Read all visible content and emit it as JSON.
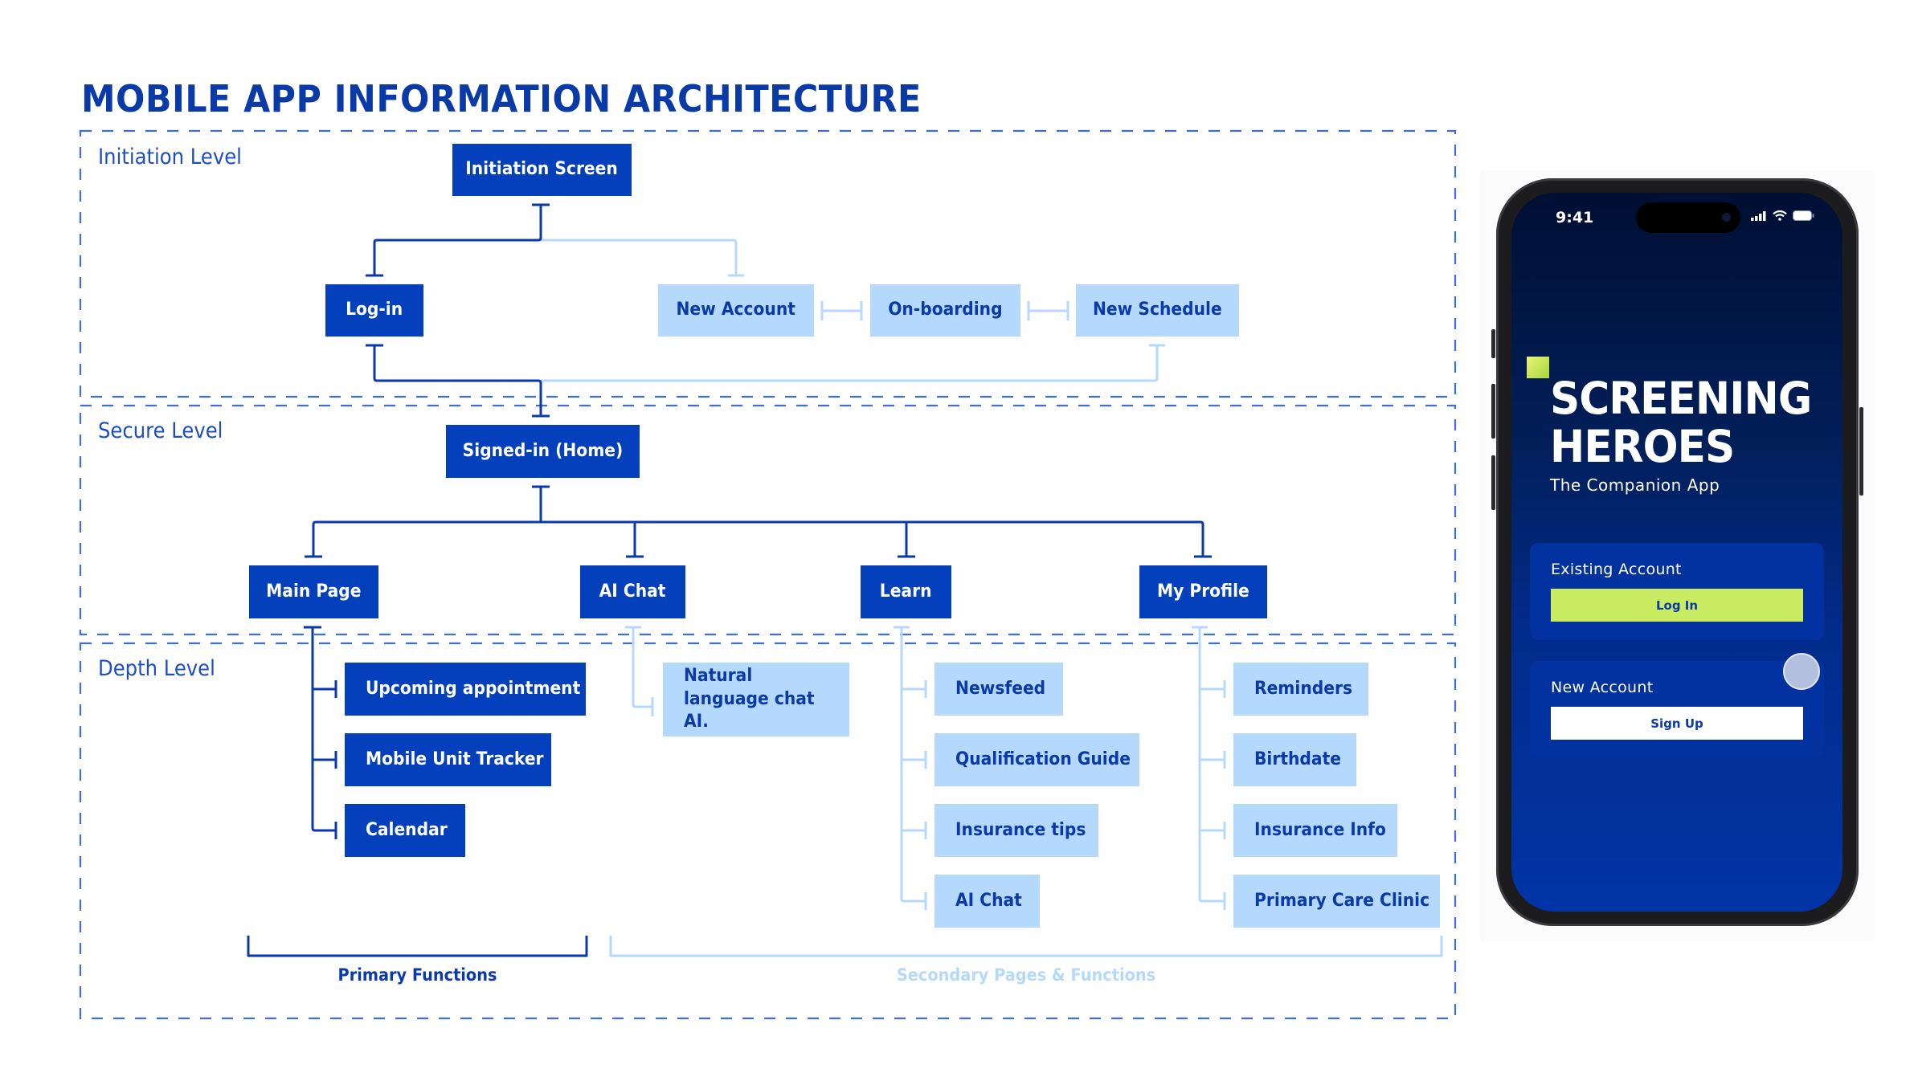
{
  "title": "MOBILE APP INFORMATION ARCHITECTURE",
  "colors": {
    "primary": "#0440bb",
    "secondary": "#b5d9fc",
    "border_dash": "#3f6fd0",
    "wire_primary": "#0a3aa8",
    "wire_secondary": "#b5d9fc",
    "login_button": "#c9ec62"
  },
  "levels": [
    {
      "name": "initiation",
      "label": "Initiation Level"
    },
    {
      "name": "secure",
      "label": "Secure Level"
    },
    {
      "name": "depth",
      "label": "Depth Level"
    }
  ],
  "nodes": {
    "initiation_screen": {
      "label": "Initiation Screen",
      "type": "primary"
    },
    "log_in": {
      "label": "Log-in",
      "type": "primary"
    },
    "new_account": {
      "label": "New Account",
      "type": "secondary"
    },
    "on_boarding": {
      "label": "On-boarding",
      "type": "secondary"
    },
    "new_schedule": {
      "label": "New Schedule",
      "type": "secondary"
    },
    "signed_in_home": {
      "label": "Signed-in (Home)",
      "type": "primary"
    },
    "main_page": {
      "label": "Main Page",
      "type": "primary"
    },
    "ai_chat": {
      "label": "AI Chat",
      "type": "primary"
    },
    "learn": {
      "label": "Learn",
      "type": "primary"
    },
    "my_profile": {
      "label": "My Profile",
      "type": "primary"
    },
    "upcoming_appointment": {
      "label": "Upcoming appointment",
      "type": "primary"
    },
    "mobile_unit_tracker": {
      "label": "Mobile Unit Tracker",
      "type": "primary"
    },
    "calendar": {
      "label": "Calendar",
      "type": "primary"
    },
    "natural_language_chat": {
      "label": "Natural language chat AI.",
      "type": "secondary"
    },
    "newsfeed": {
      "label": "Newsfeed",
      "type": "secondary"
    },
    "qualification_guide": {
      "label": "Qualification Guide",
      "type": "secondary"
    },
    "insurance_tips": {
      "label": "Insurance tips",
      "type": "secondary"
    },
    "learn_ai_chat": {
      "label": "AI Chat",
      "type": "secondary"
    },
    "reminders": {
      "label": "Reminders",
      "type": "secondary"
    },
    "birthdate": {
      "label": "Birthdate",
      "type": "secondary"
    },
    "insurance_info": {
      "label": "Insurance Info",
      "type": "secondary"
    },
    "primary_care_clinic": {
      "label": "Primary Care Clinic",
      "type": "secondary"
    }
  },
  "edges": [
    {
      "from": "initiation_screen",
      "to": "log_in",
      "type": "primary"
    },
    {
      "from": "initiation_screen",
      "to": "new_account",
      "type": "secondary"
    },
    {
      "from": "new_account",
      "to": "on_boarding",
      "type": "secondary"
    },
    {
      "from": "on_boarding",
      "to": "new_schedule",
      "type": "secondary"
    },
    {
      "from": "log_in",
      "to": "signed_in_home",
      "type": "primary"
    },
    {
      "from": "new_schedule",
      "to": "signed_in_home",
      "type": "secondary"
    },
    {
      "from": "signed_in_home",
      "to": "main_page",
      "type": "primary"
    },
    {
      "from": "signed_in_home",
      "to": "ai_chat",
      "type": "primary"
    },
    {
      "from": "signed_in_home",
      "to": "learn",
      "type": "primary"
    },
    {
      "from": "signed_in_home",
      "to": "my_profile",
      "type": "primary"
    },
    {
      "from": "main_page",
      "to": "upcoming_appointment",
      "type": "primary"
    },
    {
      "from": "main_page",
      "to": "mobile_unit_tracker",
      "type": "primary"
    },
    {
      "from": "main_page",
      "to": "calendar",
      "type": "primary"
    },
    {
      "from": "ai_chat",
      "to": "natural_language_chat",
      "type": "secondary"
    },
    {
      "from": "learn",
      "to": "newsfeed",
      "type": "secondary"
    },
    {
      "from": "learn",
      "to": "qualification_guide",
      "type": "secondary"
    },
    {
      "from": "learn",
      "to": "insurance_tips",
      "type": "secondary"
    },
    {
      "from": "learn",
      "to": "learn_ai_chat",
      "type": "secondary"
    },
    {
      "from": "my_profile",
      "to": "reminders",
      "type": "secondary"
    },
    {
      "from": "my_profile",
      "to": "birthdate",
      "type": "secondary"
    },
    {
      "from": "my_profile",
      "to": "insurance_info",
      "type": "secondary"
    },
    {
      "from": "my_profile",
      "to": "primary_care_clinic",
      "type": "secondary"
    }
  ],
  "brackets": {
    "primary": {
      "label": "Primary Functions"
    },
    "secondary": {
      "label": "Secondary Pages & Functions"
    }
  },
  "phone": {
    "status_time": "9:41",
    "status_icons": [
      "signal-icon",
      "wifi-icon",
      "battery-icon"
    ],
    "app_title_line1": "SCREENING",
    "app_title_line2": "HEROES",
    "app_subtitle": "The Companion App",
    "existing_account_label": "Existing Account",
    "login_button": "Log In",
    "new_account_label": "New Account",
    "signup_button": "Sign Up"
  }
}
